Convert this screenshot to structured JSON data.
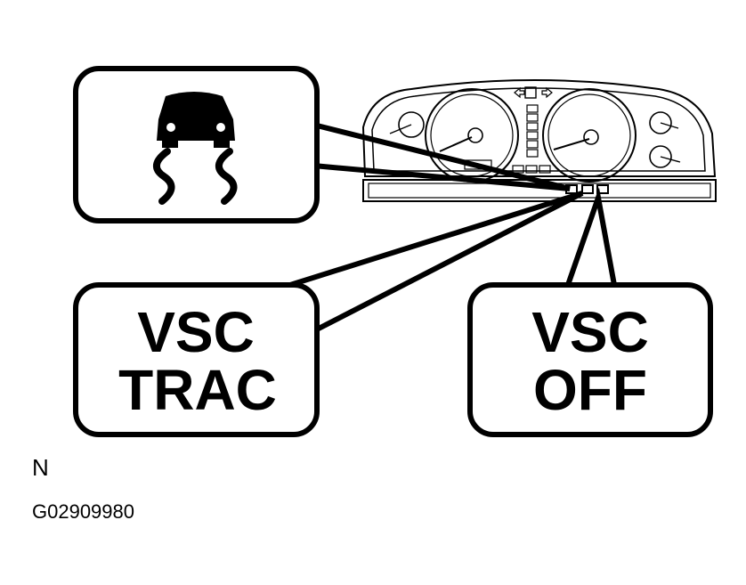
{
  "callouts": {
    "vsc_trac": {
      "line1": "VSC",
      "line2": "TRAC"
    },
    "vsc_off": {
      "line1": "VSC",
      "line2": "OFF"
    },
    "slip": {
      "icon": "skid-car-icon"
    }
  },
  "icons": [
    "skid-car-icon",
    "gauge-cluster-icon",
    "left-arrow-icon",
    "right-arrow-icon",
    "indicator-lamp-icon"
  ],
  "captions": {
    "orientation": "N",
    "figure_id": "G02909980"
  },
  "colors": {
    "ink": "#000000",
    "background": "#ffffff"
  }
}
